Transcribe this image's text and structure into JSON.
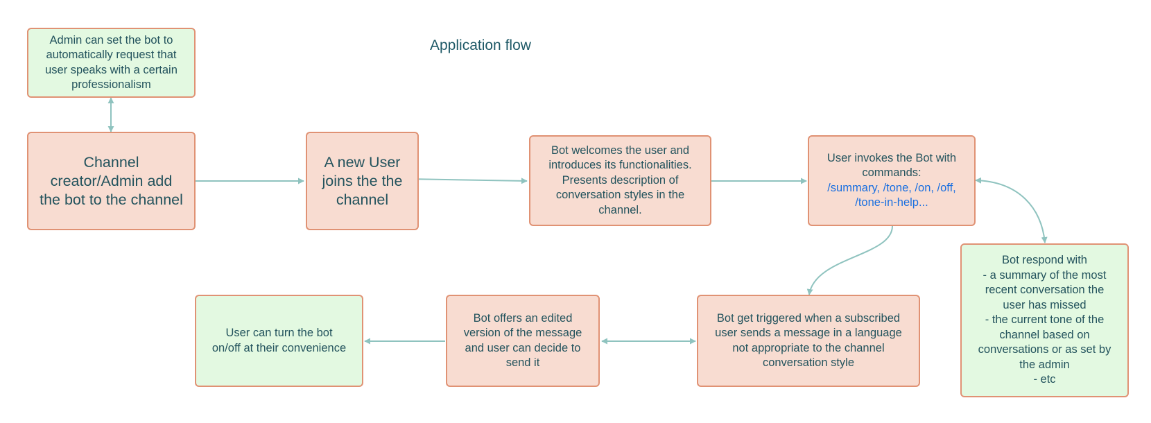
{
  "title": "Application flow",
  "colors": {
    "peach_fill": "#f8dcd1",
    "green_fill": "#e3f9e1",
    "node_border": "#e09274",
    "text": "#23535d",
    "command_text": "#1a6fe0",
    "connector": "#8fc3bf"
  },
  "nodes": {
    "admin_setting": "Admin can set the bot to\nautomatically request that\nuser speaks with a certain\nprofessionalism",
    "channel_creator": "Channel\ncreator/Admin add\nthe bot to the channel",
    "new_user": "A new User\njoins the the\nchannel",
    "bot_welcomes": "Bot welcomes the user and\nintroduces its functionalities.\nPresents description of\nconversation styles in the\nchannel.",
    "user_invokes": {
      "text": "User invokes the Bot with\ncommands:",
      "commands": "/summary, /tone, /on, /off,\n/tone-in-help..."
    },
    "bot_respond": "Bot respond with\n- a summary of the most\nrecent conversation the\nuser has missed\n- the current tone of the\nchannel based on\nconversations or as set by\nthe admin\n- etc",
    "bot_triggered": "Bot get triggered when a subscribed\nuser sends a message in a language\nnot appropriate to the  channel\nconversation style",
    "bot_offers": "Bot offers an edited\nversion of the message\nand user can decide to\nsend it",
    "user_toggle": "User can turn the bot\non/off at their convenience"
  }
}
